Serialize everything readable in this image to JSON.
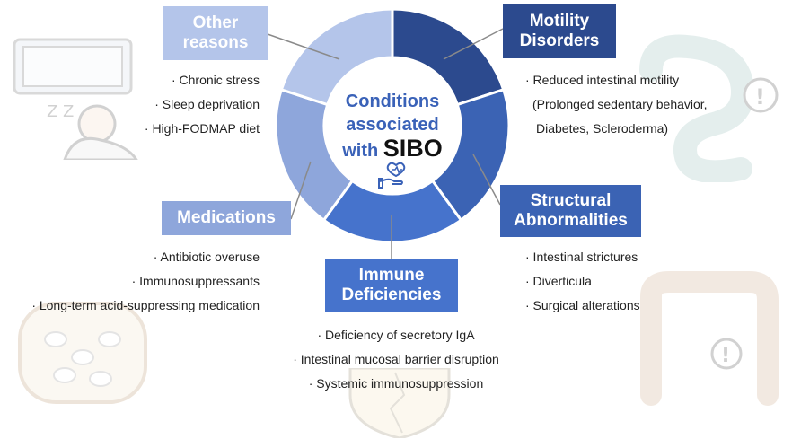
{
  "center": {
    "line1": "Conditions",
    "line2": "associated",
    "line3": "with",
    "brand": "SIBO",
    "icon": "hand-holding-heart-icon"
  },
  "categories": [
    {
      "id": "other",
      "title": "Other\nreasons",
      "color": "#b4c5ea",
      "items": [
        "· Chronic stress",
        "· Sleep deprivation",
        "· High-FODMAP diet"
      ]
    },
    {
      "id": "motility",
      "title": "Motility\nDisorders",
      "color": "#2c4a8e",
      "items": [
        "· Reduced intestinal motility",
        "(Prolonged sedentary behavior,",
        "Diabetes, Scleroderma)"
      ]
    },
    {
      "id": "structural",
      "title": "Structural\nAbnormalities",
      "color": "#3b63b4",
      "items": [
        "· Intestinal strictures",
        "· Diverticula",
        "· Surgical alterations"
      ]
    },
    {
      "id": "immune",
      "title": "Immune\nDeficiencies",
      "color": "#4673cc",
      "items": [
        "· Deficiency of secretory IgA",
        "· Intestinal mucosal barrier disruption",
        "· Systemic immunosuppression"
      ]
    },
    {
      "id": "medications",
      "title": "Medications",
      "color": "#8ea6db",
      "items": [
        "· Antibiotic overuse",
        "· Immunosuppressants",
        "· Long-term acid-suppressing medication"
      ]
    }
  ],
  "donut_segments": [
    {
      "name": "motility",
      "color": "#2c4a8e",
      "share": 0.2
    },
    {
      "name": "structural",
      "color": "#3b63b4",
      "share": 0.2
    },
    {
      "name": "immune",
      "color": "#4673cc",
      "share": 0.2
    },
    {
      "name": "medications",
      "color": "#8ea6db",
      "share": 0.2
    },
    {
      "name": "other",
      "color": "#b4c5ea",
      "share": 0.2
    }
  ],
  "illustrations": [
    "sleeping-person-icon",
    "intestine-alert-icon",
    "colon-alert-icon",
    "gut-pills-icon",
    "shield-icon"
  ]
}
